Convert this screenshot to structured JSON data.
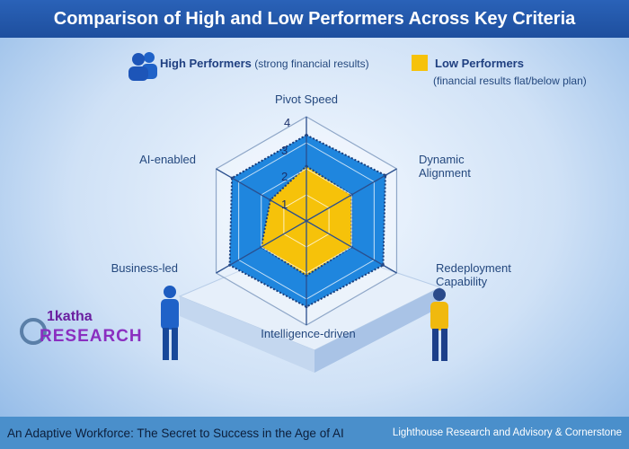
{
  "title": "Comparison of High and Low Performers Across Key Criteria",
  "legend": {
    "high_label": "High Performers",
    "high_desc": "(strong financial results)",
    "low_label": "Low Performers",
    "low_desc": "(financial results flat/below plan)"
  },
  "logo": {
    "top": "1katha",
    "bottom": "RESEARCH"
  },
  "footer": {
    "left": "An Adaptive Workforce: The Secret to Success in the Age of AI",
    "right": "Lighthouse Research and Advisory & Cornerstone"
  },
  "chart_data": {
    "type": "radar",
    "title": "Comparison of High and Low Performers Across Key Criteria",
    "axes": [
      "Pivot Speed",
      "Dynamic Alignment",
      "Redeployment Capability",
      "Intelligence-driven",
      "Business-led",
      "AI-enabled"
    ],
    "axis_label_lines": [
      [
        "Pivot Speed"
      ],
      [
        "Dynamic",
        "Alignment"
      ],
      [
        "Redeployment",
        "Capability"
      ],
      [
        "Intelligence-driven"
      ],
      [
        "Business-led"
      ],
      [
        "AI-enabled"
      ]
    ],
    "ticks": [
      "1",
      "2",
      "3",
      "4"
    ],
    "range": [
      0,
      4
    ],
    "series": [
      {
        "name": "High Performers",
        "color": "#1f86de",
        "values": [
          3.3,
          3.5,
          3.4,
          3.3,
          3.4,
          3.3
        ]
      },
      {
        "name": "Low Performers",
        "color": "#f6c20a",
        "values": [
          2.1,
          2.0,
          2.0,
          2.1,
          2.0,
          1.6
        ]
      }
    ],
    "legend_position": "top"
  }
}
